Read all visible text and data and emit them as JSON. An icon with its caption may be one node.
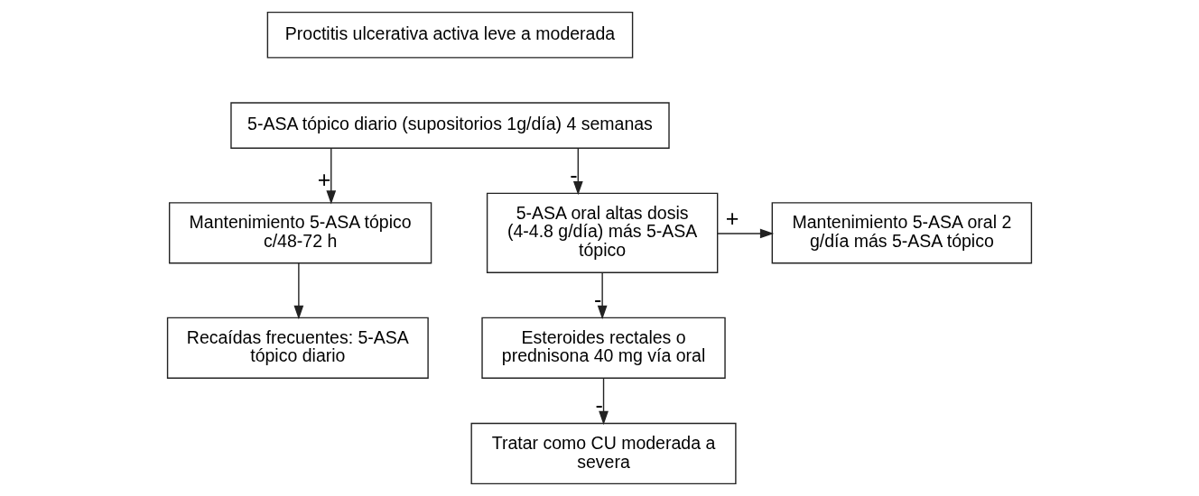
{
  "diagram": {
    "nodes": [
      {
        "text": [
          "Proctitis ulcerativa activa leve a moderada"
        ]
      },
      {
        "text": [
          "5-ASA tópico diario (supositorios 1g/día) 4 semanas"
        ]
      },
      {
        "text": [
          "Mantenimiento 5-ASA tópico c/48-72 h"
        ]
      },
      {
        "text": [
          "Mantenimiento 5-ASA oral 2 g/día más 5-ASA tópico"
        ]
      },
      {
        "text": [
          "5-ASA oral altas dosis (4-4.8 g/día) más 5-ASA tópico"
        ]
      },
      {
        "text": [
          "Recaídas frecuentes: 5-ASA tópico diario"
        ]
      },
      {
        "text": [
          "Esteroides rectales o prednisona 40 mg vía oral"
        ]
      },
      {
        "text": [
          "Tratar como CU moderada a severa"
        ]
      }
    ],
    "edges": [
      {
        "from": 1,
        "to": 2,
        "arrow": "to",
        "label": "+"
      },
      {
        "from": 1,
        "to": 4,
        "arrow": "to",
        "label": "-"
      },
      {
        "from": 4,
        "to": 3,
        "arrow": "to",
        "label": "+"
      },
      {
        "from": 2,
        "to": 5,
        "arrow": "to"
      },
      {
        "from": 4,
        "to": 6,
        "arrow": "to",
        "label": "-"
      },
      {
        "from": 6,
        "to": 7,
        "arrow": "to",
        "label": "-"
      }
    ]
  }
}
